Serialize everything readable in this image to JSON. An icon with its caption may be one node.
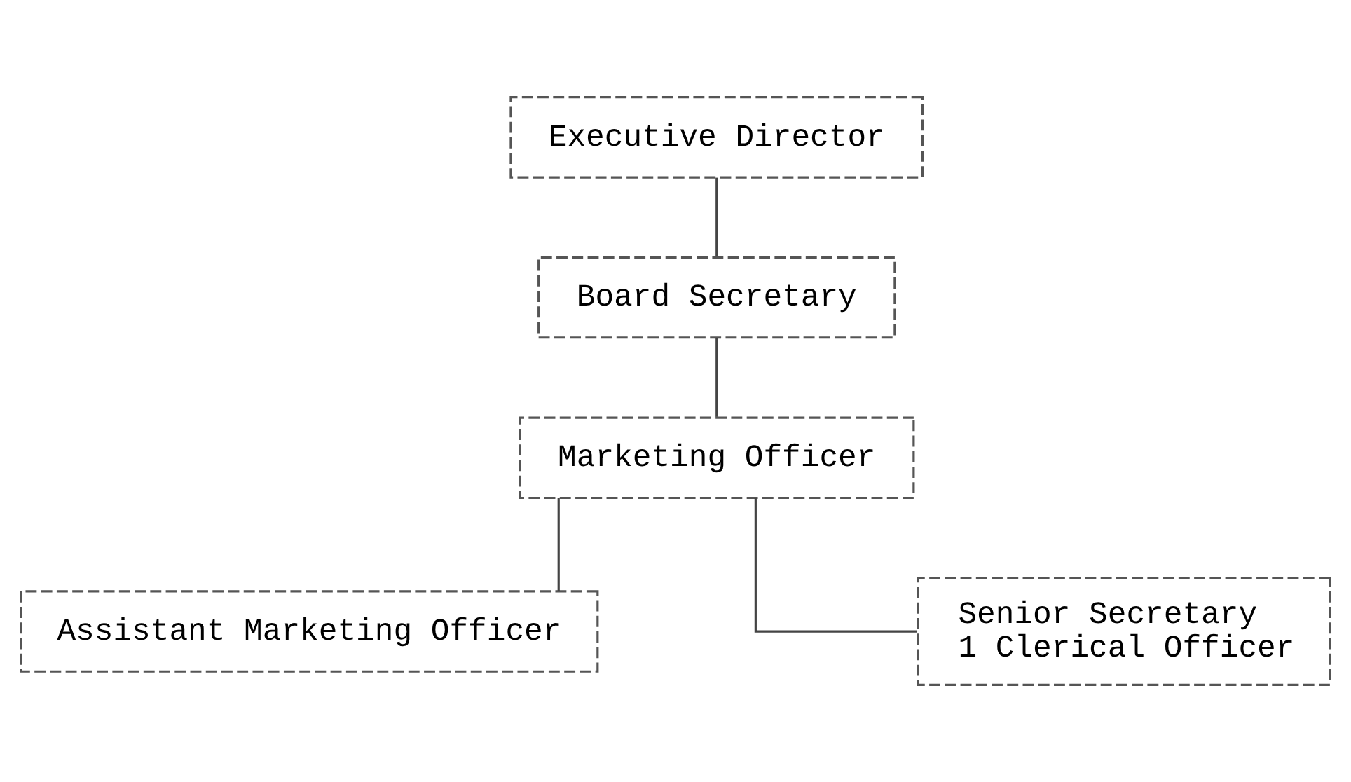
{
  "diagram": {
    "nodes": [
      {
        "text": [
          "Executive Director"
        ]
      },
      {
        "text": [
          "Board Secretary"
        ]
      },
      {
        "text": [
          "Marketing Officer"
        ]
      },
      {
        "text": [
          "Assistant Marketing Officer"
        ]
      },
      {
        "text": [
          "Senior Secretary",
          "1 Clerical Officer"
        ]
      }
    ],
    "edges": [
      {
        "from": 0,
        "to": 1,
        "arrow": "none"
      },
      {
        "from": 1,
        "to": 2,
        "arrow": "none"
      },
      {
        "from": 2,
        "to": 3,
        "arrow": "none"
      },
      {
        "from": 2,
        "to": 4,
        "arrow": "none"
      }
    ]
  }
}
